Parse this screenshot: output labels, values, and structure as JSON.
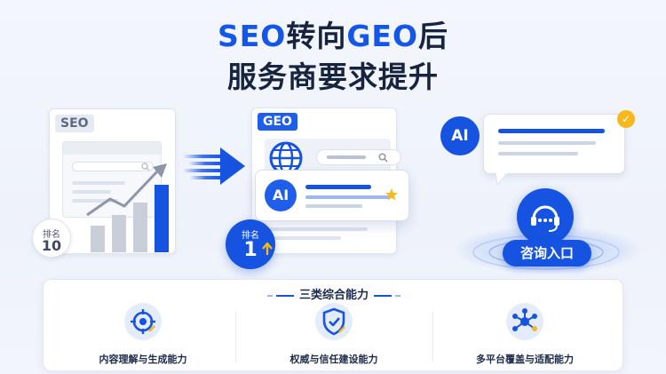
{
  "title": {
    "line1_a": "SEO",
    "line1_b": "转向",
    "line1_c": "GEO",
    "line1_d": "后",
    "line2": "服务商要求提升"
  },
  "seo_card": {
    "tag": "SEO",
    "rank_label": "排名",
    "rank_value": "10"
  },
  "geo_card": {
    "tag": "GEO",
    "ai_label": "AI",
    "rank_label": "排名",
    "rank_value": "1"
  },
  "assistant": {
    "ai_label": "AI",
    "consult_label": "咨询入口"
  },
  "capabilities": {
    "heading": "三类综合能力",
    "items": [
      {
        "label": "内容理解与生成能力",
        "icon": "target-icon"
      },
      {
        "label": "权威与信任建设能力",
        "icon": "shield-check-icon"
      },
      {
        "label": "多平台覆盖与适配能力",
        "icon": "network-hub-icon"
      }
    ]
  },
  "colors": {
    "primary": "#1553e0",
    "accent": "#f6b81c",
    "dark": "#16243f"
  }
}
